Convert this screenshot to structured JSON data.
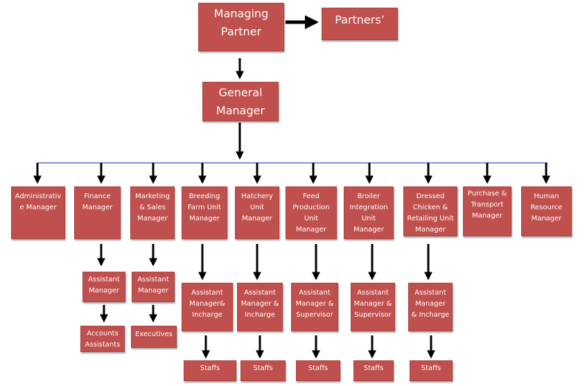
{
  "colors": {
    "box_fill": "#c0504d",
    "box_text": "#ffffff",
    "arrow": "#000000",
    "line": "#8a8fd0"
  },
  "top": {
    "managing_partner": "Managing\nPartner",
    "partners": "Partners’"
  },
  "general_manager": "General\nManager",
  "departments": [
    {
      "manager": "Administrativ\ne Manager"
    },
    {
      "manager": "Finance\nManager",
      "assistant": "Assistant\nManager",
      "staff": "Accounts\nAssistants"
    },
    {
      "manager": "Marketing\n& Sales\nManager",
      "assistant": "Assistant\nManager",
      "staff": "Executives"
    },
    {
      "manager": "Breeding\nFarm Unit\nManager",
      "assistant": "Assistant\nManager&\nIncharge",
      "staff": "Staffs"
    },
    {
      "manager": "Hatchery\nUnit\nManager",
      "assistant": "Assistant\nManager &\nIncharge",
      "staff": "Staffs"
    },
    {
      "manager": "Feed\nProduction\nUnit\nManager",
      "assistant": "Assistant\nManager &\nSupervisor",
      "staff": "Staffs"
    },
    {
      "manager": "Broiler\nIntegration\nUnit\nManager",
      "assistant": "Assistant\nManager &\nSupervisor",
      "staff": "Staffs"
    },
    {
      "manager": "Dressed\nChicken &\nRetailing Unit\nManager",
      "assistant": "Assistant\nManager\n& Incharge",
      "staff": "Staffs"
    },
    {
      "manager": "Purchase &\nTransport\nManager"
    },
    {
      "manager": "Human\nResource\nManager"
    }
  ]
}
